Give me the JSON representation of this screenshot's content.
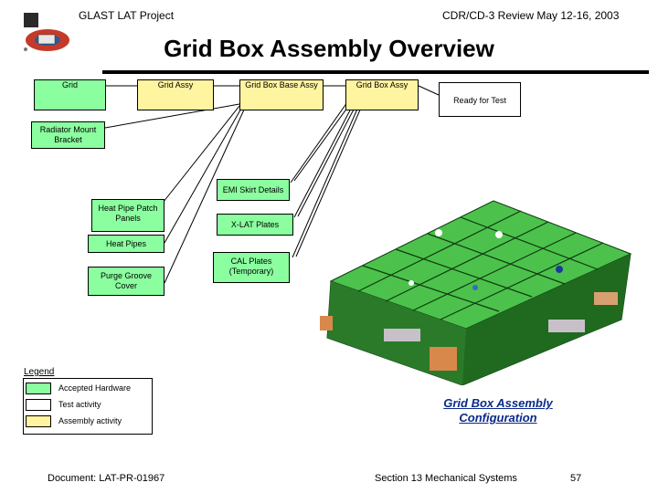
{
  "header": {
    "project": "GLAST LAT Project",
    "review": "CDR/CD-3 Review May 12-16, 2003"
  },
  "title": "Grid Box Assembly Overview",
  "flow": {
    "grid": "Grid",
    "grid_assy": "Grid Assy",
    "grid_box_base_assy": "Grid Box Base Assy",
    "grid_box_assy": "Grid Box Assy",
    "ready_for_test": "Ready for Test",
    "radiator_mount_bracket": "Radiator Mount Bracket",
    "emi_skirt_details": "EMI Skirt Details",
    "heat_pipe_patch_panels": "Heat Pipe Patch Panels",
    "x_lat_plates": "X-LAT Plates",
    "heat_pipes": "Heat Pipes",
    "cal_plates": "CAL Plates (Temporary)",
    "purge_groove_cover": "Purge Groove Cover"
  },
  "legend": {
    "title": "Legend",
    "items": [
      {
        "label": "Accepted Hardware",
        "color": "#8bffa0"
      },
      {
        "label": "Test activity",
        "color": "#ffffff"
      },
      {
        "label": "Assembly activity",
        "color": "#fff4a0"
      }
    ]
  },
  "figure_caption": "Grid Box Assembly Configuration",
  "footer": {
    "document": "Document: LAT-PR-01967",
    "section": "Section 13 Mechanical Systems",
    "page": "57"
  }
}
